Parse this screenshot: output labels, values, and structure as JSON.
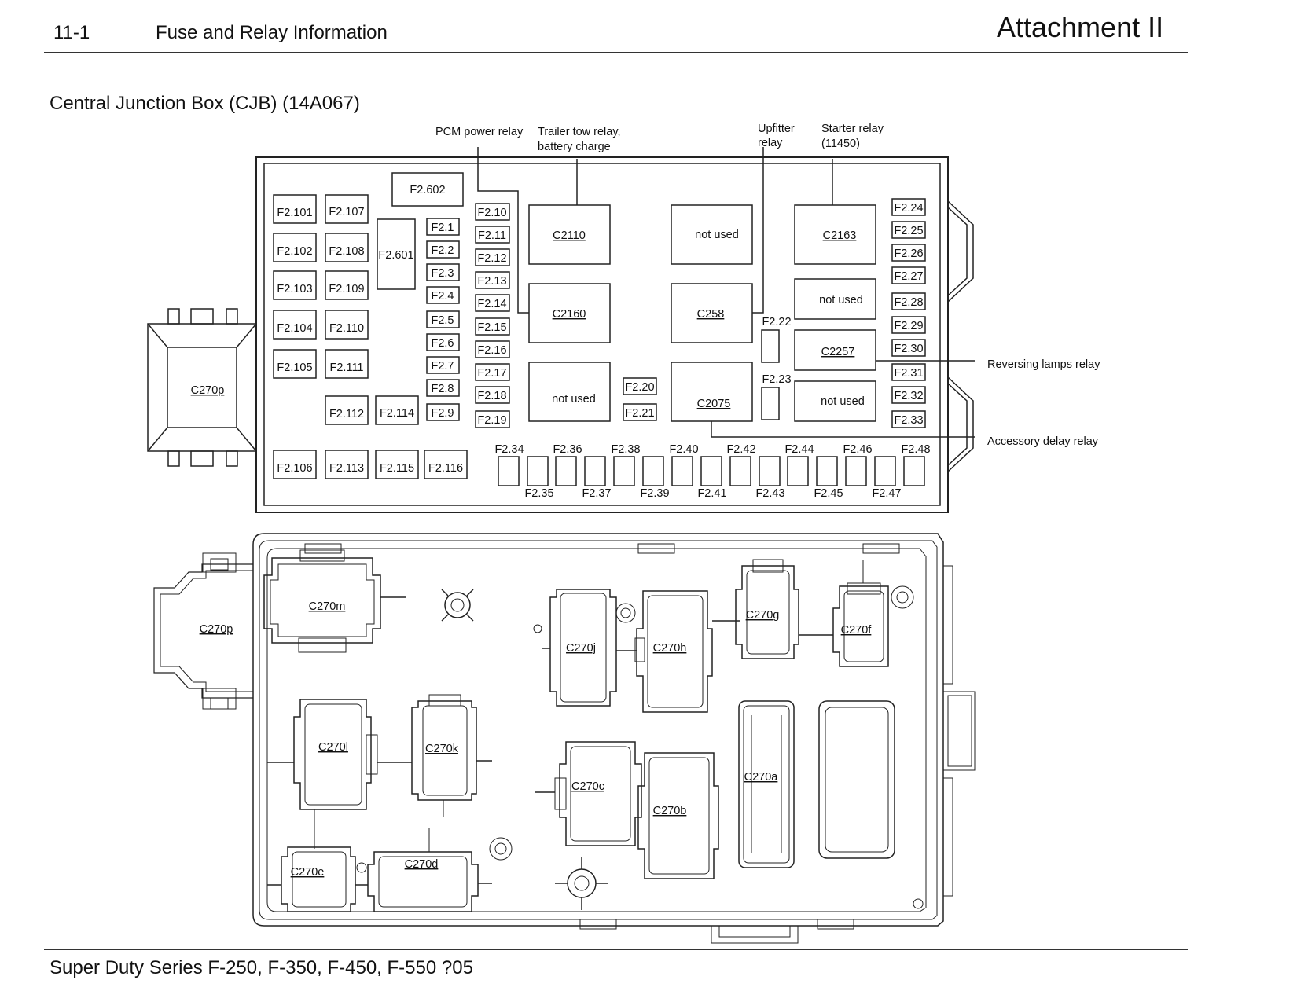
{
  "header": {
    "page_number": "11-1",
    "title": "Fuse and Relay Information",
    "attachment": "Attachment II"
  },
  "section_title": "Central Junction Box (CJB) (14A067)",
  "footer": "Super Duty Series F-250, F-350, F-450, F-550 ?05",
  "callouts": {
    "pcm": "PCM power relay",
    "trailer1": "Trailer tow relay,",
    "trailer2": "battery charge",
    "upfitter1": "Upfitter",
    "upfitter2": "relay",
    "starter1": "Starter relay",
    "starter2": "(11450)",
    "reversing": "Reversing lamps relay",
    "accessory": "Accessory delay relay"
  },
  "left_connector": "C270p",
  "large_fuses": {
    "f2101": "F2.101",
    "f2107": "F2.107",
    "f2102": "F2.102",
    "f2108": "F2.108",
    "f2103": "F2.103",
    "f2109": "F2.109",
    "f2104": "F2.104",
    "f2110": "F2.110",
    "f2105": "F2.105",
    "f2111": "F2.111",
    "f2112": "F2.112",
    "f2114": "F2.114",
    "f2106": "F2.106",
    "f2113": "F2.113",
    "f2115": "F2.115",
    "f2116": "F2.116",
    "f2601": "F2.601",
    "f2602": "F2.602"
  },
  "mini_fuses": {
    "f21": "F2.1",
    "f22": "F2.2",
    "f23": "F2.3",
    "f24": "F2.4",
    "f25": "F2.5",
    "f26": "F2.6",
    "f27": "F2.7",
    "f28": "F2.8",
    "f29": "F2.9",
    "f210": "F2.10",
    "f211": "F2.11",
    "f212": "F2.12",
    "f213": "F2.13",
    "f214": "F2.14",
    "f215": "F2.15",
    "f216": "F2.16",
    "f217": "F2.17",
    "f218": "F2.18",
    "f219": "F2.19",
    "f220": "F2.20",
    "f221": "F2.21",
    "f222": "F2.22",
    "f223": "F2.23",
    "f224": "F2.24",
    "f225": "F2.25",
    "f226": "F2.26",
    "f227": "F2.27",
    "f228": "F2.28",
    "f229": "F2.29",
    "f230": "F2.30",
    "f231": "F2.31",
    "f232": "F2.32",
    "f233": "F2.33"
  },
  "bottom_row_top": {
    "f234": "F2.34",
    "f236": "F2.36",
    "f238": "F2.38",
    "f240": "F2.40",
    "f242": "F2.42",
    "f244": "F2.44",
    "f246": "F2.46",
    "f248": "F2.48"
  },
  "bottom_row_bottom": {
    "f235": "F2.35",
    "f237": "F2.37",
    "f239": "F2.39",
    "f241": "F2.41",
    "f243": "F2.43",
    "f245": "F2.45",
    "f247": "F2.47"
  },
  "relays": {
    "c2110": "C2110",
    "c2160": "C2160",
    "nu1": "not used",
    "nu2": "not used",
    "c258": "C258",
    "c2075": "C2075",
    "c2163": "C2163",
    "nu3": "not used",
    "c2257": "C2257",
    "nu4": "not used"
  },
  "connectors": {
    "c270p": "C270p",
    "c270m": "C270m",
    "c270j": "C270j",
    "c270h": "C270h",
    "c270g": "C270g",
    "c270f": "C270f",
    "c270l": "C270l",
    "c270k": "C270k",
    "c270c": "C270c",
    "c270b": "C270b",
    "c270a": "C270a",
    "c270e": "C270e",
    "c270d": "C270d"
  }
}
